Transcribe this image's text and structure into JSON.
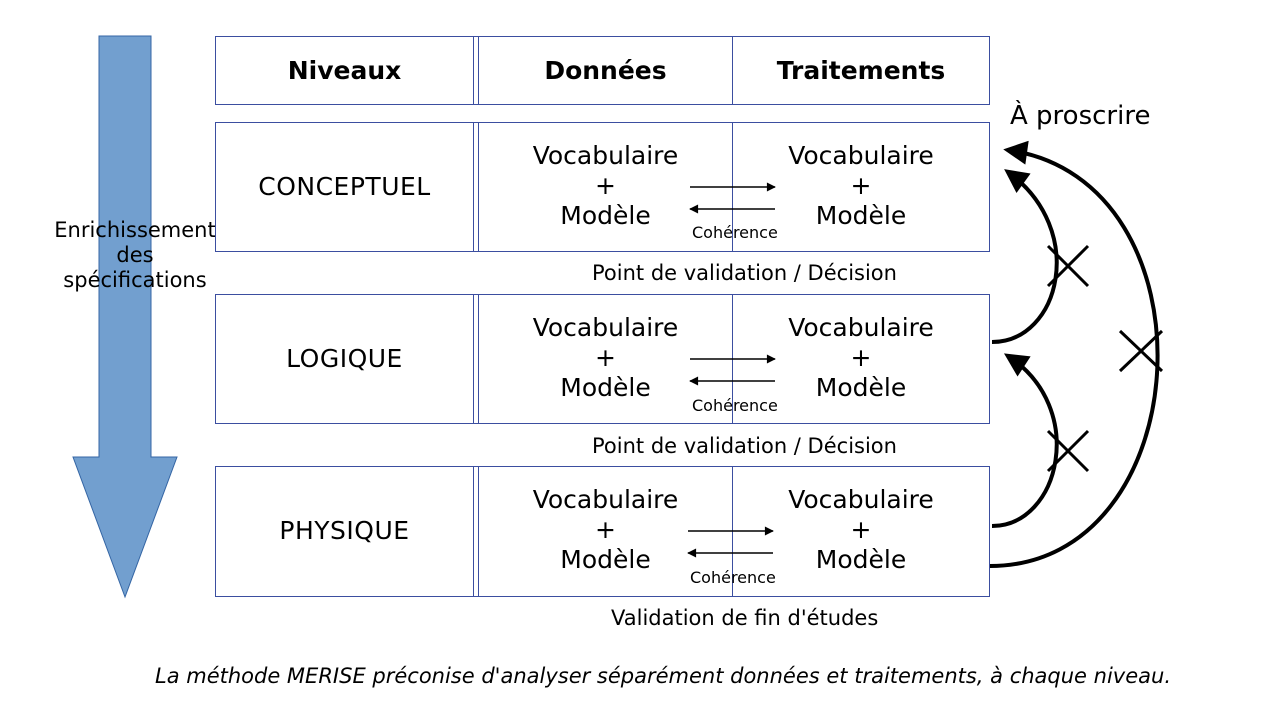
{
  "header": {
    "col1": "Niveaux",
    "col2": "Données",
    "col3": "Traitements"
  },
  "levels": [
    {
      "name": "CONCEPTUEL",
      "data": [
        "Vocabulaire",
        "+",
        "Modèle"
      ],
      "treatments": [
        "Vocabulaire",
        "+",
        "Modèle"
      ],
      "coherence": "Cohérence",
      "after": "Point de validation / Décision"
    },
    {
      "name": "LOGIQUE",
      "data": [
        "Vocabulaire",
        "+",
        "Modèle"
      ],
      "treatments": [
        "Vocabulaire",
        "+",
        "Modèle"
      ],
      "coherence": "Cohérence",
      "after": "Point de validation / Décision"
    },
    {
      "name": "PHYSIQUE",
      "data": [
        "Vocabulaire",
        "+",
        "Modèle"
      ],
      "treatments": [
        "Vocabulaire",
        "+",
        "Modèle"
      ],
      "coherence": "Cohérence",
      "after": "Validation de fin d'études"
    }
  ],
  "left_arrow_label": [
    "Enrichissement",
    "des",
    "spécifications"
  ],
  "forbidden_label": "À proscrire",
  "caption": "La méthode MERISE préconise d'analyser séparément données et traitements, à chaque niveau.",
  "colors": {
    "arrow_fill": "#729fcf",
    "arrow_stroke": "#3465a4",
    "border": "#3b4ea0"
  }
}
